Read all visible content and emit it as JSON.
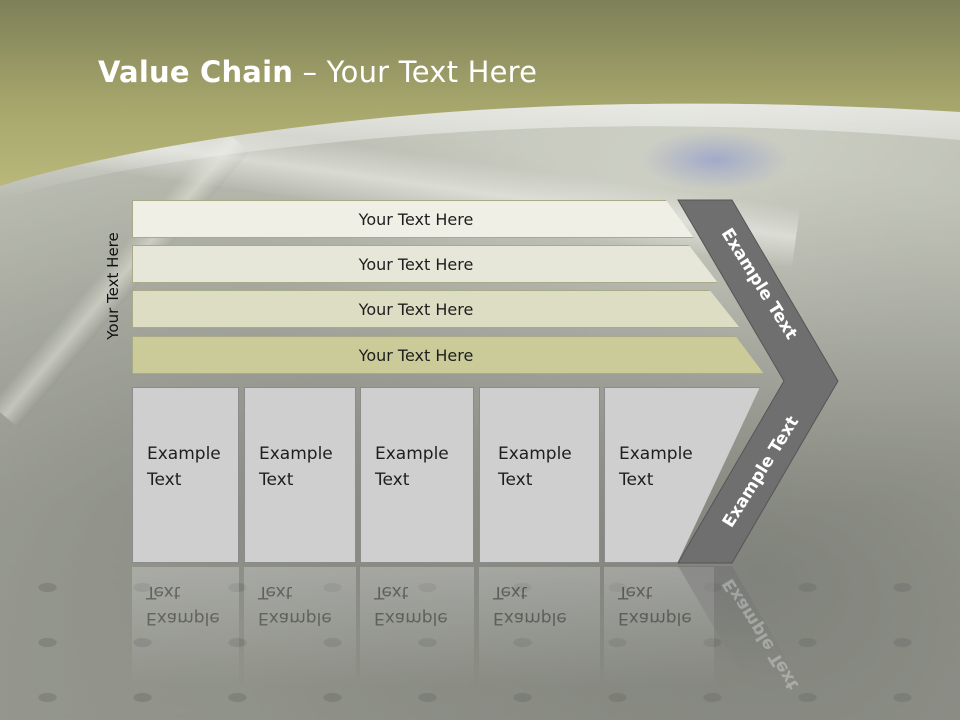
{
  "slide": {
    "title_bold": "Value Chain",
    "title_rest": " – Your Text Here",
    "vertical_label": "Your Text Here",
    "bars": [
      {
        "label": "Your Text Here"
      },
      {
        "label": "Your Text Here"
      },
      {
        "label": "Your Text Here"
      },
      {
        "label": "Your Text Here"
      }
    ],
    "boxes": [
      {
        "line1": "Example",
        "line2": "Text"
      },
      {
        "line1": "Example",
        "line2": "Text"
      },
      {
        "line1": "Example",
        "line2": "Text"
      },
      {
        "line1": "Example",
        "line2": "Text"
      },
      {
        "line1": "Example",
        "line2": "Text"
      }
    ],
    "chevron": {
      "upper_label": "Example Text",
      "lower_label": "Example Text"
    },
    "colors": {
      "header_band": "#a9a970",
      "chevron_fill": "#6f6f6f",
      "box_fill": "#cfcfcf",
      "bar_darkest": "#cacb99"
    }
  }
}
